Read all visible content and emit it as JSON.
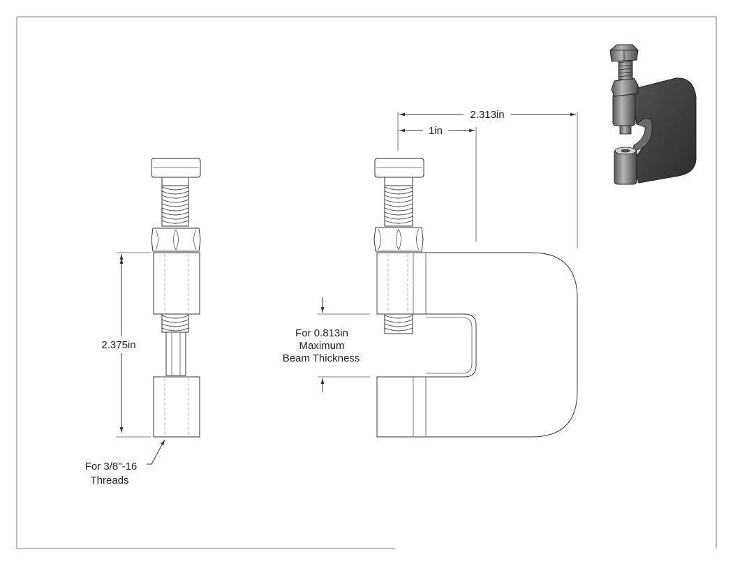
{
  "dimensions": {
    "height_label": "2.375in",
    "overall_width_label": "2.313in",
    "inner_width_label": "1in",
    "thread_note": [
      "For 3/8\"-16",
      "Threads"
    ],
    "beam_note": [
      "For 0.813in",
      "Maximum",
      "Beam Thickness"
    ]
  },
  "colors": {
    "line": "#333333",
    "part_fill": "#ffffff",
    "iso_body": "#3c3c3c",
    "iso_metal": "#8a8a8a"
  }
}
